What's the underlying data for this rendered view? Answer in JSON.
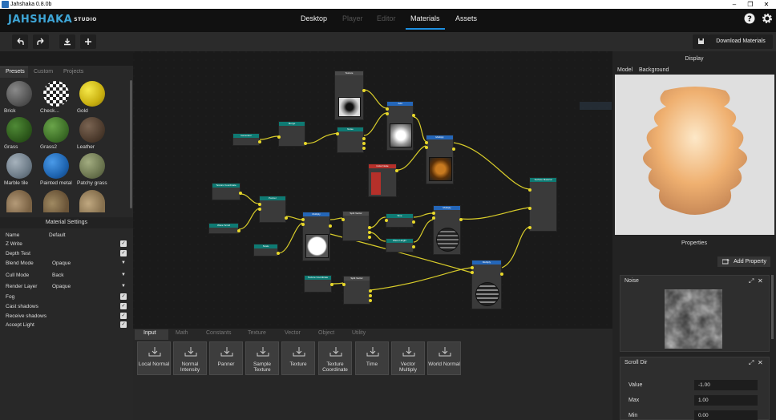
{
  "window": {
    "title": "Jahshaka 0.8.0b"
  },
  "logo": {
    "main": "JAHSHAKA",
    "sub": "STUDIO"
  },
  "nav": {
    "tabs": [
      {
        "label": "Desktop"
      },
      {
        "label": "Player"
      },
      {
        "label": "Editor"
      },
      {
        "label": "Materials"
      },
      {
        "label": "Assets"
      }
    ]
  },
  "toolbar": {
    "download_label": "Download Materials"
  },
  "presets": {
    "tabs": [
      {
        "label": "Presets"
      },
      {
        "label": "Custom"
      },
      {
        "label": "Projects"
      }
    ],
    "items": [
      {
        "label": "Brick",
        "color": "#6a6a6a"
      },
      {
        "label": "Check...",
        "color": "#ffffff"
      },
      {
        "label": "Gold",
        "color": "#d8c21c"
      },
      {
        "label": "Grass",
        "color": "#3a6a25"
      },
      {
        "label": "Grass2",
        "color": "#4e8a34"
      },
      {
        "label": "Leather",
        "color": "#5e4a3a"
      },
      {
        "label": "Marble tile",
        "color": "#7c8a96"
      },
      {
        "label": "Painted metal",
        "color": "#2a74c0"
      },
      {
        "label": "Patchy grass",
        "color": "#7d8a60"
      }
    ]
  },
  "material_settings": {
    "title": "Material Settings",
    "name_label": "Name",
    "name_value": "Default",
    "rows": [
      {
        "label": "Z Write"
      },
      {
        "label": "Depth Test"
      },
      {
        "label": "Blend Mode",
        "value": "Opaque"
      },
      {
        "label": "Cull Mode",
        "value": "Back"
      },
      {
        "label": "Render Layer",
        "value": "Opaque"
      },
      {
        "label": "Fog"
      },
      {
        "label": "Cast shadows"
      },
      {
        "label": "Receive shadows"
      },
      {
        "label": "Accept Light"
      }
    ]
  },
  "node_library": {
    "tabs": [
      {
        "label": "Input"
      },
      {
        "label": "Math"
      },
      {
        "label": "Constants"
      },
      {
        "label": "Texture"
      },
      {
        "label": "Vector"
      },
      {
        "label": "Object"
      },
      {
        "label": "Utility"
      }
    ],
    "tiles": [
      {
        "line1": "Local Normal",
        "line2": ""
      },
      {
        "line1": "Normal",
        "line2": "Intensity"
      },
      {
        "line1": "Panner",
        "line2": ""
      },
      {
        "line1": "Sample",
        "line2": "Texture"
      },
      {
        "line1": "Texture",
        "line2": ""
      },
      {
        "line1": "Texture",
        "line2": "Coordinate"
      },
      {
        "line1": "Time",
        "line2": ""
      },
      {
        "line1": "Vector",
        "line2": "Multiply"
      },
      {
        "line1": "World Normal",
        "line2": ""
      }
    ]
  },
  "display": {
    "title": "Display",
    "tabs": [
      {
        "label": "Model"
      },
      {
        "label": "Background"
      }
    ]
  },
  "properties": {
    "title": "Properties",
    "add_label": "Add Property",
    "noise_card": {
      "title": "Noise"
    },
    "scroll_card": {
      "title": "Scroll Dir",
      "rows": [
        {
          "label": "Value",
          "value": "-1.00"
        },
        {
          "label": "Max",
          "value": "1.00"
        },
        {
          "label": "Min",
          "value": "0.00"
        }
      ]
    }
  }
}
